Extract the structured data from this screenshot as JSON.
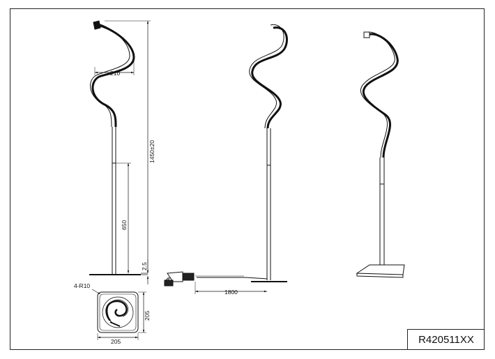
{
  "drawing": {
    "part_number": "R420511XX",
    "dimensions": {
      "spiral_width": "210",
      "total_height": "1450±20",
      "pole_height": "650",
      "base_thickness": "2.5",
      "cable_length": "1800",
      "corner_radius": "4-R10",
      "base_depth": "205",
      "base_width": "205"
    }
  }
}
